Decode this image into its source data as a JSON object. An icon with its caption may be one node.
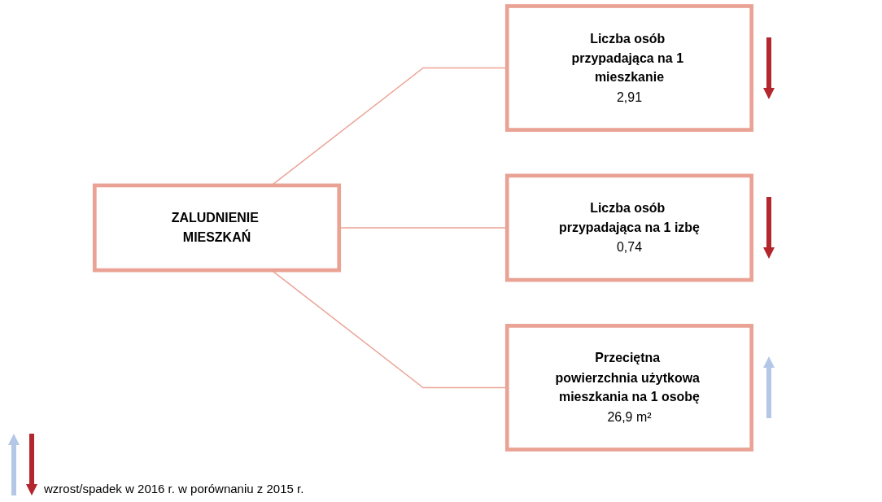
{
  "diagram": {
    "nodes": [
      {
        "text": [
          "ZALUDNIENIE MIESZKAŃ"
        ]
      },
      {
        "text": [
          "Liczba osób przypadająca na 1 mieszkanie",
          "2,91"
        ]
      },
      {
        "text": [
          "Liczba osób przypadająca na 1 izbę",
          "0,74"
        ]
      },
      {
        "text": [
          "Przeciętna powierzchnia użytkowa mieszkania na 1 osobę",
          "26,9 m²"
        ]
      }
    ],
    "edges": [
      {
        "from": 0,
        "to": 1,
        "arrow": "none"
      },
      {
        "from": 0,
        "to": 2,
        "arrow": "none"
      },
      {
        "from": 0,
        "to": 3,
        "arrow": "none"
      }
    ],
    "legend": [
      {
        "text": "wzrost/spadek w 2016 r. w porównaniu z 2015 r."
      }
    ]
  }
}
